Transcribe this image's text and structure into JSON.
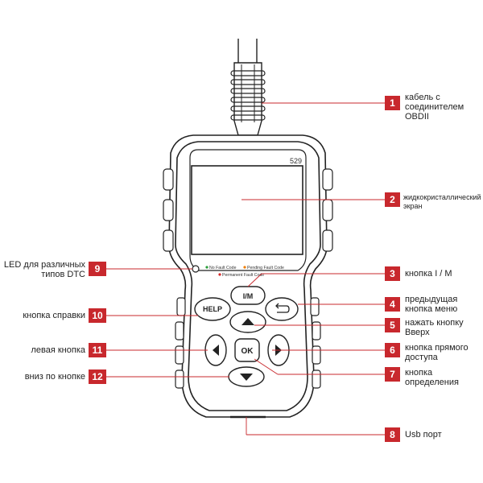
{
  "device": {
    "model_text": "529",
    "led_legend": {
      "no_fault": "No Fault Code",
      "pending_fault": "Pending Fault Code",
      "permanent_fault": "Permanent Fault Code"
    },
    "buttons": {
      "im": "I/M",
      "help": "HELP",
      "ok": "OK"
    }
  },
  "callouts": [
    {
      "number": "1",
      "text_line1": "кабель с",
      "text_line2": "соединителем",
      "text_line3": "OBDII"
    },
    {
      "number": "2",
      "text_line1": "жидкокристаллический",
      "text_line2": "экран"
    },
    {
      "number": "3",
      "text_line1": "кнопка I / M"
    },
    {
      "number": "4",
      "text_line1": "предыдущая",
      "text_line2": "кнопка меню"
    },
    {
      "number": "5",
      "text_line1": "нажать кнопку",
      "text_line2": "Вверх"
    },
    {
      "number": "6",
      "text_line1": "кнопка прямого",
      "text_line2": "доступа"
    },
    {
      "number": "7",
      "text_line1": "кнопка",
      "text_line2": "определения"
    },
    {
      "number": "8",
      "text_line1": "Usb порт"
    },
    {
      "number": "9",
      "text_line1": "LED для различных",
      "text_line2": "типов DTC"
    },
    {
      "number": "10",
      "text_line1": "кнопка справки"
    },
    {
      "number": "11",
      "text_line1": "левая кнопка"
    },
    {
      "number": "12",
      "text_line1": "вниз по кнопке"
    }
  ],
  "colors": {
    "badge": "#c8282d",
    "led_green": "#2a9d3a",
    "led_orange": "#f07d00",
    "led_red": "#d62828",
    "outline": "#222222"
  }
}
